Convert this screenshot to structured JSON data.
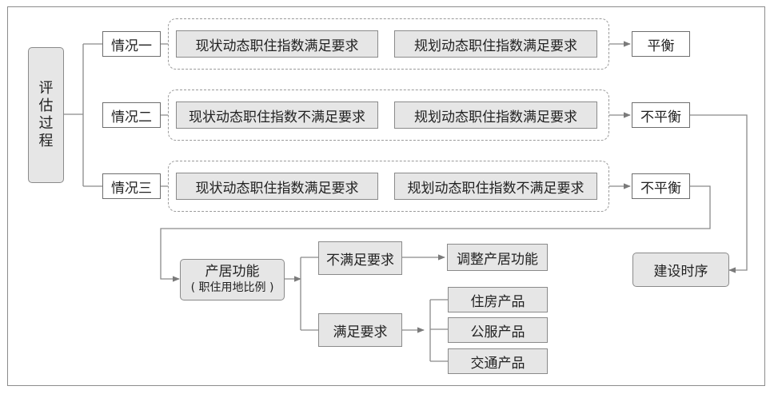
{
  "process": {
    "label_chars": [
      "评",
      "估",
      "过",
      "程"
    ]
  },
  "cases": [
    {
      "label": "情况一",
      "current": "现状动态职住指数满足要求",
      "planned": "规划动态职住指数满足要求",
      "result": "平衡"
    },
    {
      "label": "情况二",
      "current": "现状动态职住指数不满足要求",
      "planned": "规划动态职住指数满足要求",
      "result": "不平衡"
    },
    {
      "label": "情况三",
      "current": "现状动态职住指数满足要求",
      "planned": "规划动态职住指数不满足要求",
      "result": "不平衡"
    }
  ],
  "function": {
    "title": "产居功能",
    "subtitle": "( 职住用地比例 )"
  },
  "branches": {
    "unmet": "不满足要求",
    "adjust": "调整产居功能",
    "met": "满足要求",
    "products": [
      "住房产品",
      "公服产品",
      "交通产品"
    ]
  },
  "timing": "建设时序"
}
